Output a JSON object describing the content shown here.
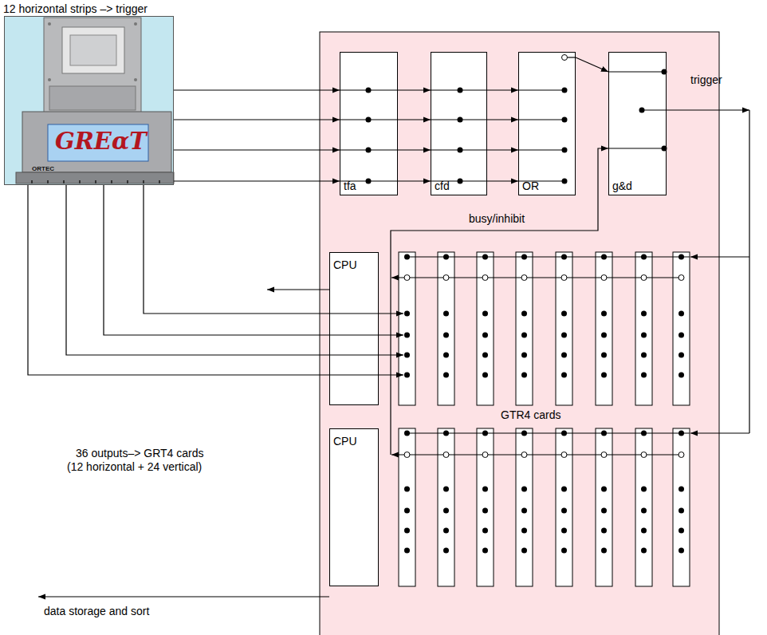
{
  "diagram": {
    "nodes": [
      {
        "text": [
          "GREαT",
          "ORTEC"
        ]
      },
      {
        "text": [
          "tfa"
        ]
      },
      {
        "text": [
          "cfd"
        ]
      },
      {
        "text": [
          "OR"
        ]
      },
      {
        "text": [
          "g&d"
        ]
      },
      {
        "text": [
          "CPU"
        ]
      },
      {
        "text": [
          "CPU"
        ]
      }
    ],
    "edges": [
      {
        "from": 0,
        "to": 1,
        "arrow": "to"
      },
      {
        "from": 0,
        "to": 1,
        "arrow": "to"
      },
      {
        "from": 0,
        "to": 1,
        "arrow": "to"
      },
      {
        "from": 0,
        "to": 1,
        "arrow": "to"
      },
      {
        "from": 1,
        "to": 2,
        "arrow": "to"
      },
      {
        "from": 1,
        "to": 2,
        "arrow": "to"
      },
      {
        "from": 1,
        "to": 2,
        "arrow": "to"
      },
      {
        "from": 1,
        "to": 2,
        "arrow": "to"
      },
      {
        "from": 2,
        "to": 3,
        "arrow": "to"
      },
      {
        "from": 2,
        "to": 3,
        "arrow": "to"
      },
      {
        "from": 2,
        "to": 3,
        "arrow": "to"
      },
      {
        "from": 2,
        "to": 3,
        "arrow": "to"
      },
      {
        "from": 3,
        "to": 4,
        "arrow": "to"
      }
    ],
    "labels": [
      "12 horizontal strips –> trigger",
      "trigger",
      "busy/inhibit",
      "GTR4 cards",
      "36 outputs–> GRT4 cards",
      "(12 horizontal + 24 vertical)",
      "data storage and sort"
    ]
  }
}
